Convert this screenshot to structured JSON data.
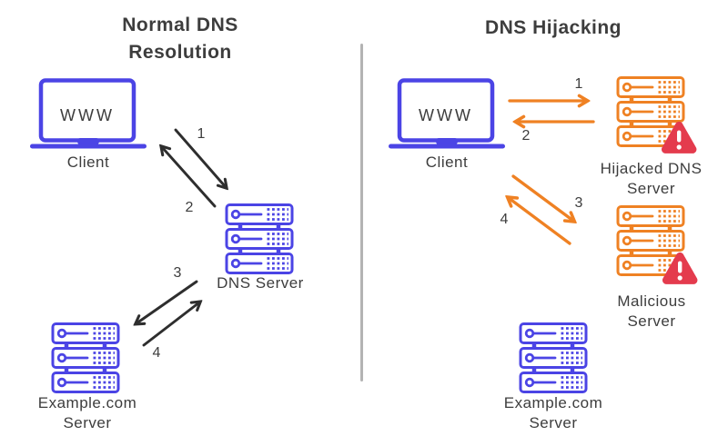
{
  "colors": {
    "blue": "#4b44e5",
    "orange": "#ef8123",
    "red": "#e43b4d",
    "black": "#2e2e2e",
    "divider": "#b3b3b3",
    "text": "#3d3d3d"
  },
  "left_panel": {
    "title": "Normal DNS\nResolution",
    "client": {
      "screen_text": "WWW",
      "label": "Client"
    },
    "dns_server": {
      "label": "DNS Server"
    },
    "example_server": {
      "label": "Example.com\nServer"
    },
    "steps": [
      "1",
      "2",
      "3",
      "4"
    ]
  },
  "right_panel": {
    "title": "DNS Hijacking",
    "client": {
      "screen_text": "WWW",
      "label": "Client"
    },
    "hijacked_server": {
      "label": "Hijacked DNS\nServer"
    },
    "malicious_server": {
      "label": "Malicious\nServer"
    },
    "example_server": {
      "label": "Example.com\nServer"
    },
    "steps": [
      "1",
      "2",
      "3",
      "4"
    ]
  }
}
